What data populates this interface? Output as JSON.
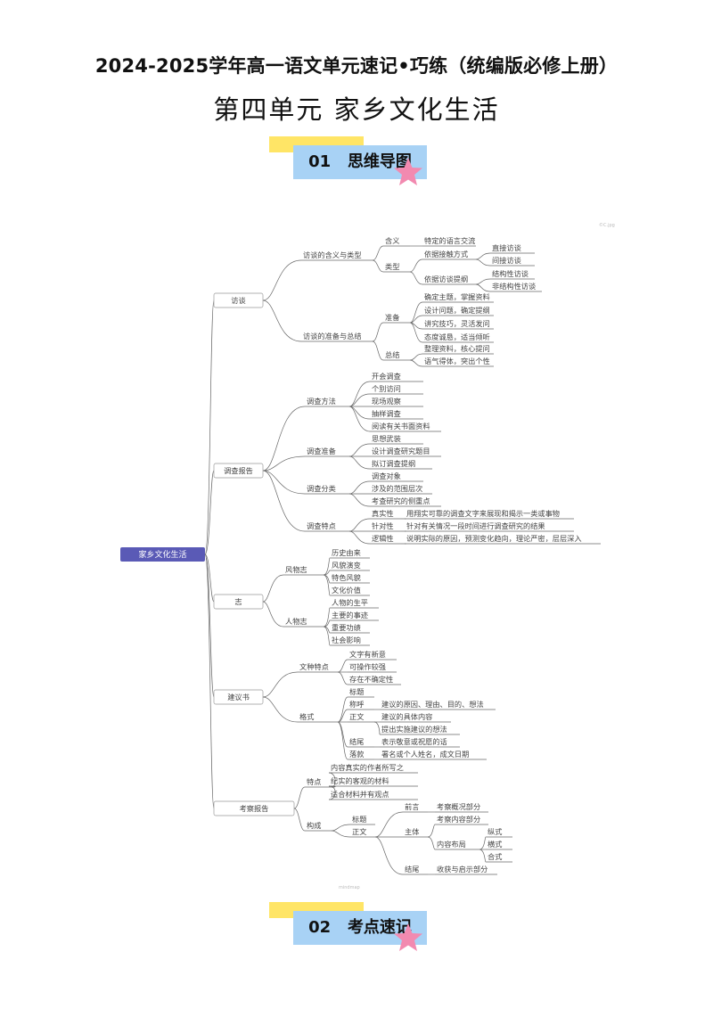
{
  "header": {
    "title_line1": "2024-2025学年高一语文单元速记•巧练（统编版必修上册）",
    "title_line2": "第四单元 家乡文化生活"
  },
  "sections": [
    {
      "number": "01",
      "label": "思维导图"
    },
    {
      "number": "02",
      "label": "考点速记"
    }
  ],
  "mindmap": {
    "root": "家乡文化生活",
    "watermark_top": "©C.jpg",
    "watermark_bottom": "mindmap",
    "nodes": {
      "b1": "访谈",
      "b1_1": "访谈的含义与类型",
      "b1_1_1": "含义",
      "b1_1_1_1": "特定的语言交流",
      "b1_1_2": "类型",
      "b1_1_2_1": "依据接触方式",
      "b1_1_2_1_1": "直接访谈",
      "b1_1_2_1_2": "间接访谈",
      "b1_1_2_2": "依据访谈提纲",
      "b1_1_2_2_1": "结构性访谈",
      "b1_1_2_2_2": "非结构性访谈",
      "b1_2": "访谈的准备与总结",
      "b1_2_1": "准备",
      "b1_2_1_1": "确定主题，掌握资料",
      "b1_2_1_2": "设计问题，确定提纲",
      "b1_2_1_3": "讲究技巧，灵活发问",
      "b1_2_1_4": "态度诚恳，适当倾听",
      "b1_2_2": "总结",
      "b1_2_2_1": "整理资料，核心提问",
      "b1_2_2_2": "语气得体，突出个性",
      "b2": "调查报告",
      "b2_1": "调查方法",
      "b2_1_1": "开会调查",
      "b2_1_2": "个别访问",
      "b2_1_3": "现场观察",
      "b2_1_4": "抽样调查",
      "b2_1_5": "阅读有关书面资料",
      "b2_2": "调查准备",
      "b2_2_1": "思想武装",
      "b2_2_2": "设计调查研究题目",
      "b2_2_3": "拟订调查提纲",
      "b2_3": "调查分类",
      "b2_3_1": "调查对象",
      "b2_3_2": "涉及的范围层次",
      "b2_3_3": "考查研究的侧重点",
      "b2_4": "调查特点",
      "b2_4_1": "真实性",
      "b2_4_1_1": "用翔实可靠的调查文字来展现和揭示一类或事物",
      "b2_4_2": "针对性",
      "b2_4_2_1": "针对有关情况一段时间进行调查研究的结果",
      "b2_4_3": "逻辑性",
      "b2_4_3_1": "说明实际的原因，预测变化趋向，理论严密，层层深入",
      "b3": "志",
      "b3_1": "风物志",
      "b3_1_1": "历史由来",
      "b3_1_2": "风貌演变",
      "b3_1_3": "特色风貌",
      "b3_1_4": "文化价值",
      "b3_2": "人物志",
      "b3_2_1": "人物的生平",
      "b3_2_2": "主要的事迹",
      "b3_2_3": "重要功绩",
      "b3_2_4": "社会影响",
      "b4": "建议书",
      "b4_1": "文种特点",
      "b4_1_1": "文字有新意",
      "b4_1_2": "可操作较强",
      "b4_1_3": "存在不确定性",
      "b4_2": "格式",
      "b4_2_1": "标题",
      "b4_2_2": "称呼",
      "b4_2_2_1": "建议的原因、理由、目的、想法",
      "b4_2_3": "正文",
      "b4_2_3_1": "建议的具体内容",
      "b4_2_3_2": "提出实施建议的想法",
      "b4_2_4": "结尾",
      "b4_2_4_1": "表示敬意或祝愿的话",
      "b4_2_5": "落款",
      "b4_2_5_1": "署名或个人姓名，成文日期",
      "b5": "考察报告",
      "b5_1": "特点",
      "b5_1_1": "内容真实的作者所写之",
      "b5_1_2": "纪实的客观的材料",
      "b5_1_3": "适合材料并有观点",
      "b5_2": "构成",
      "b5_2_1": "标题",
      "b5_2_2": "正文",
      "b5_2_2_1": "前言",
      "b5_2_2_1_1": "考察概况部分",
      "b5_2_2_2": "主体",
      "b5_2_2_2_1": "考察内容部分",
      "b5_2_2_2_2": "内容布局",
      "b5_2_2_2_2_1": "纵式",
      "b5_2_2_2_2_2": "横式",
      "b5_2_2_2_2_3": "合式",
      "b5_2_2_3": "结尾",
      "b5_2_2_3_1": "收获与启示部分"
    }
  },
  "colors": {
    "line": "#666666",
    "root_bg": "#5a5ab6",
    "root_text": "#ffffff",
    "section_blue": "#a8d2f5",
    "section_yellow": "#ffe566",
    "star_pink": "#f28ab0"
  }
}
